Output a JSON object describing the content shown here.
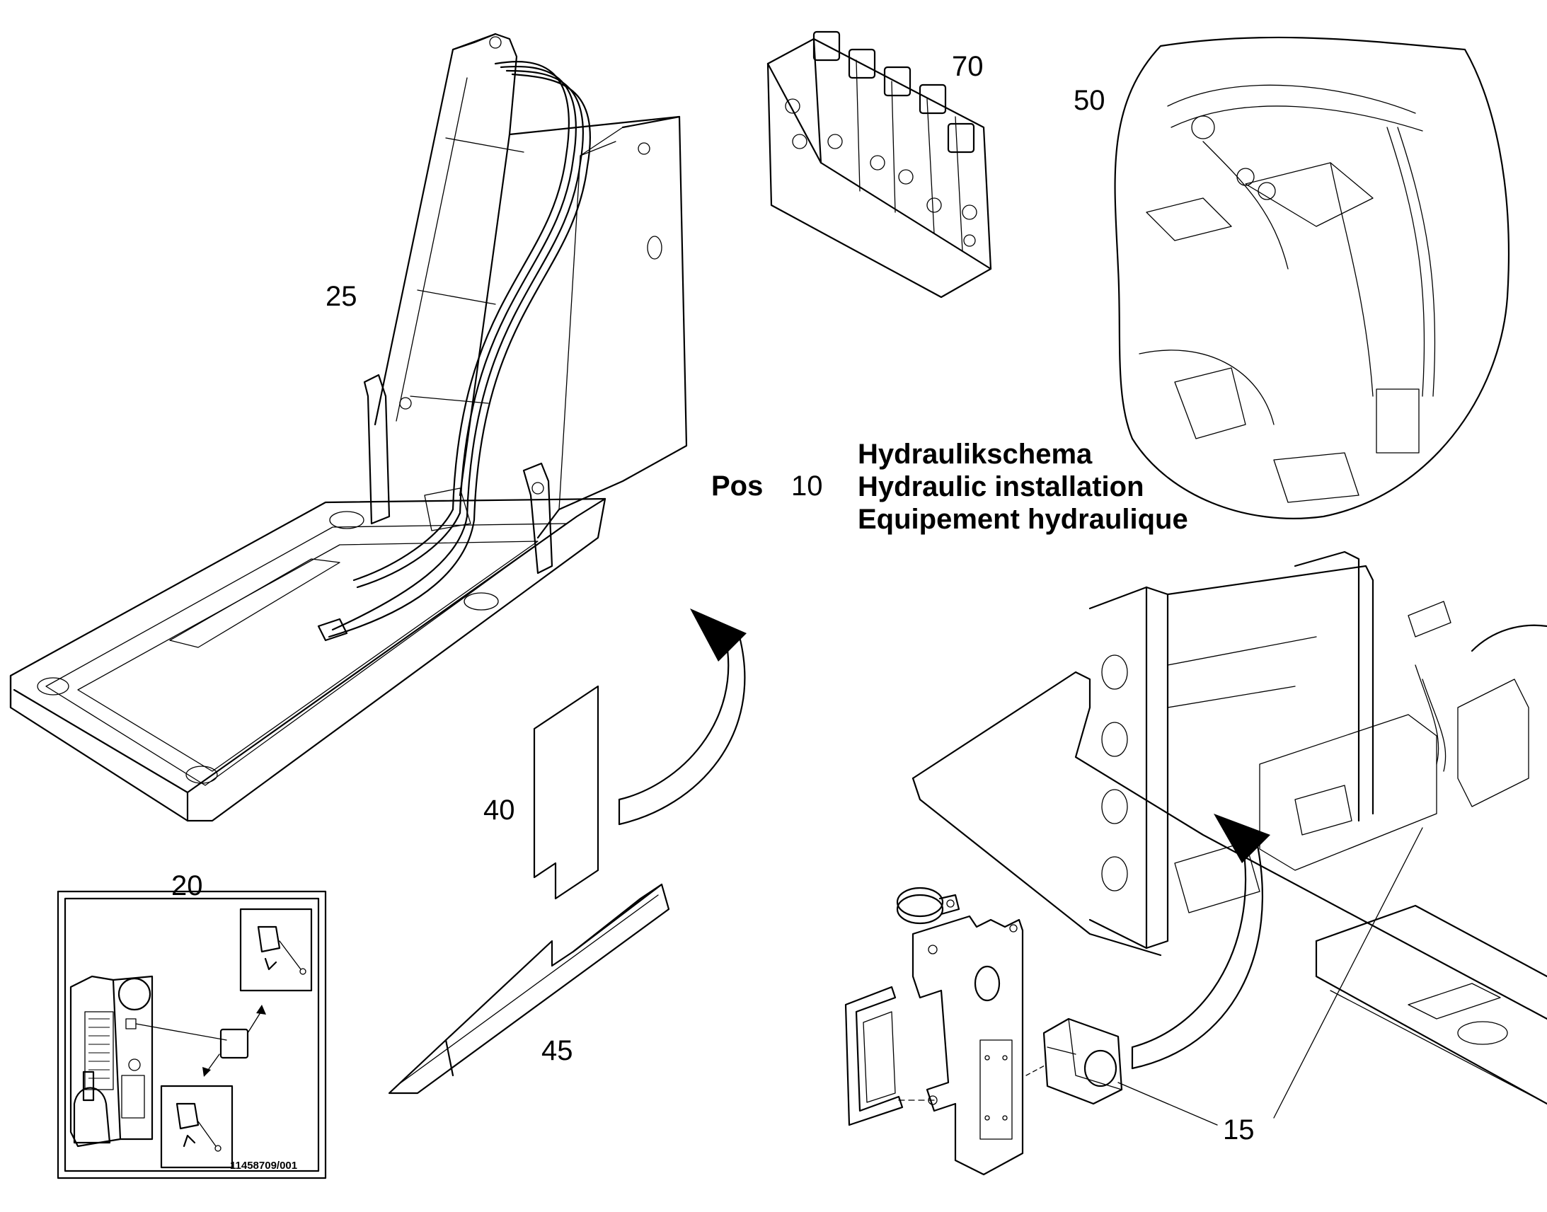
{
  "title": {
    "pos_label": "Pos",
    "pos_number": "10",
    "line_de": "Hydraulikschema",
    "line_en": "Hydraulic installation",
    "line_fr": "Equipement hydraulique"
  },
  "callouts": {
    "c15": "15",
    "c20": "20",
    "c25": "25",
    "c40": "40",
    "c45": "45",
    "c50": "50",
    "c70": "70"
  },
  "decal_code": "11458709/001",
  "colors": {
    "ink": "#000000",
    "paper": "#ffffff"
  }
}
